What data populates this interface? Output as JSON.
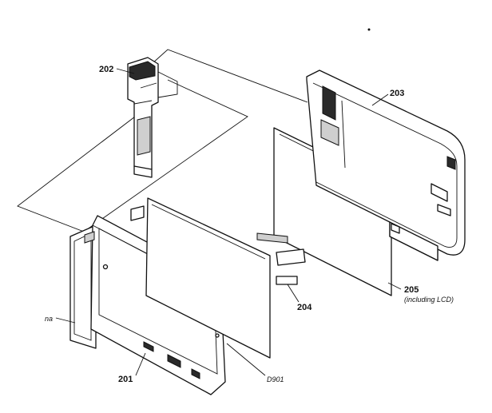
{
  "labels": {
    "p201": "201",
    "p202": "202",
    "p203": "203",
    "p204": "204",
    "p205": "205",
    "p205_note": "(including LCD)",
    "d901": "D901",
    "na": "na"
  }
}
